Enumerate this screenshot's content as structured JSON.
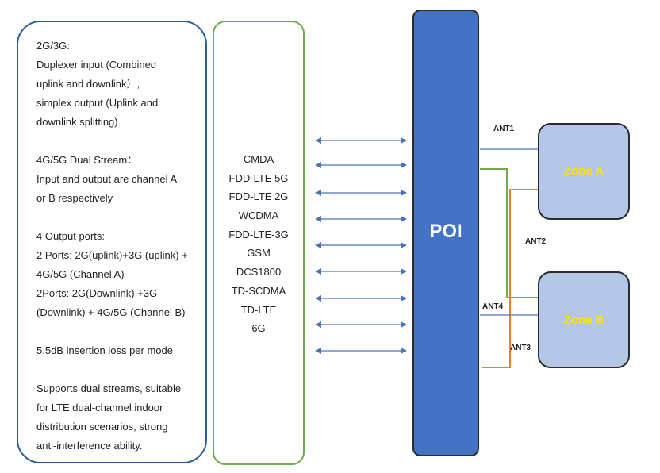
{
  "description": {
    "lines": [
      "2G/3G:",
      "Duplexer input (Combined",
      "uplink and downlink）,",
      "simplex output (Uplink and",
      "downlink splitting)",
      "",
      "4G/5G Dual Stream：",
      "Input and output are channel A",
      "or B respectively",
      "",
      "4 Output ports:",
      "2 Ports: 2G(uplink)+3G (uplink) +",
      "4G/5G (Channel A)",
      "2Ports: 2G(Downlink) +3G",
      "(Downlink) + 4G/5G (Channel B)",
      "",
      "5.5dB insertion loss per mode",
      "",
      "Supports dual streams, suitable",
      "for LTE dual-channel indoor",
      "distribution scenarios, strong",
      "anti-interference ability."
    ]
  },
  "bands": [
    "CMDA",
    "FDD-LTE 5G",
    "FDD-LTE 2G",
    "WCDMA",
    "FDD-LTE-3G",
    "GSM",
    "DCS1800",
    "TD-SCDMA",
    "TD-LTE",
    "6G"
  ],
  "poi": {
    "label": "POI"
  },
  "zones": {
    "a": "Zone A",
    "b": "Zone B"
  },
  "antennas": {
    "ant1": "ANT1",
    "ant2": "ANT2",
    "ant3": "ANT3",
    "ant4": "ANT4"
  },
  "colors": {
    "poi_fill": "#4472c4",
    "zone_fill": "#b4c7e7",
    "zone_label": "#ffe100",
    "arrow": "#4a74b8",
    "link_blue": "#4a74b8",
    "link_green": "#70ad47",
    "link_orange": "#ed7d31",
    "desc_border": "#2f5f9a",
    "bands_border": "#70ad47"
  }
}
